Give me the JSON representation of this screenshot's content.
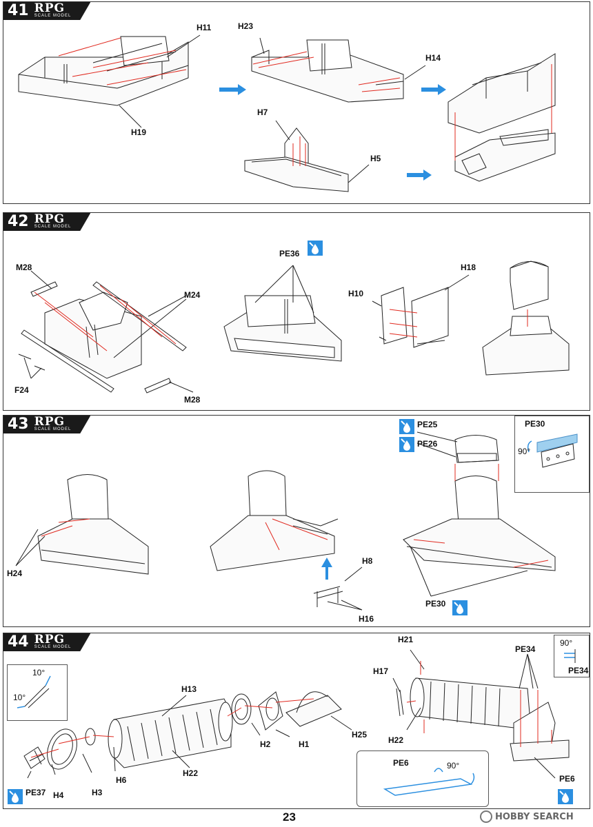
{
  "brand": {
    "logo_main": "RPG",
    "logo_sub": "SCALE MODEL"
  },
  "steps": [
    {
      "number": "41",
      "labels": {
        "h11": "H11",
        "h19": "H19",
        "h23": "H23",
        "h14": "H14",
        "h7": "H7",
        "h5": "H5"
      }
    },
    {
      "number": "42",
      "labels": {
        "m28a": "M28",
        "m24": "M24",
        "f24": "F24",
        "m28b": "M28",
        "pe36": "PE36",
        "h10": "H10",
        "h18": "H18"
      }
    },
    {
      "number": "43",
      "labels": {
        "h24": "H24",
        "h8": "H8",
        "h16": "H16",
        "pe25": "PE25",
        "pe26": "PE26",
        "pe30a": "PE30",
        "pe30b": "PE30",
        "deg90": "90°"
      }
    },
    {
      "number": "44",
      "labels": {
        "deg10a": "10°",
        "deg10b": "10°",
        "h13": "H13",
        "h25": "H25",
        "h2": "H2",
        "h1": "H1",
        "h22a": "H22",
        "h6": "H6",
        "h3": "H3",
        "h4": "H4",
        "pe37": "PE37",
        "h21": "H21",
        "h17": "H17",
        "h22b": "H22",
        "pe34a": "PE34",
        "pe34b": "PE34",
        "deg90a": "90°",
        "pe6a": "PE6",
        "pe6b": "PE6",
        "deg90b": "90°"
      }
    }
  ],
  "footer": {
    "page_number": "23",
    "watermark": "HOBBY SEARCH"
  },
  "colors": {
    "arrow_blue": "#2b8fe0",
    "guide_red": "#e0281e",
    "line": "#222222"
  }
}
